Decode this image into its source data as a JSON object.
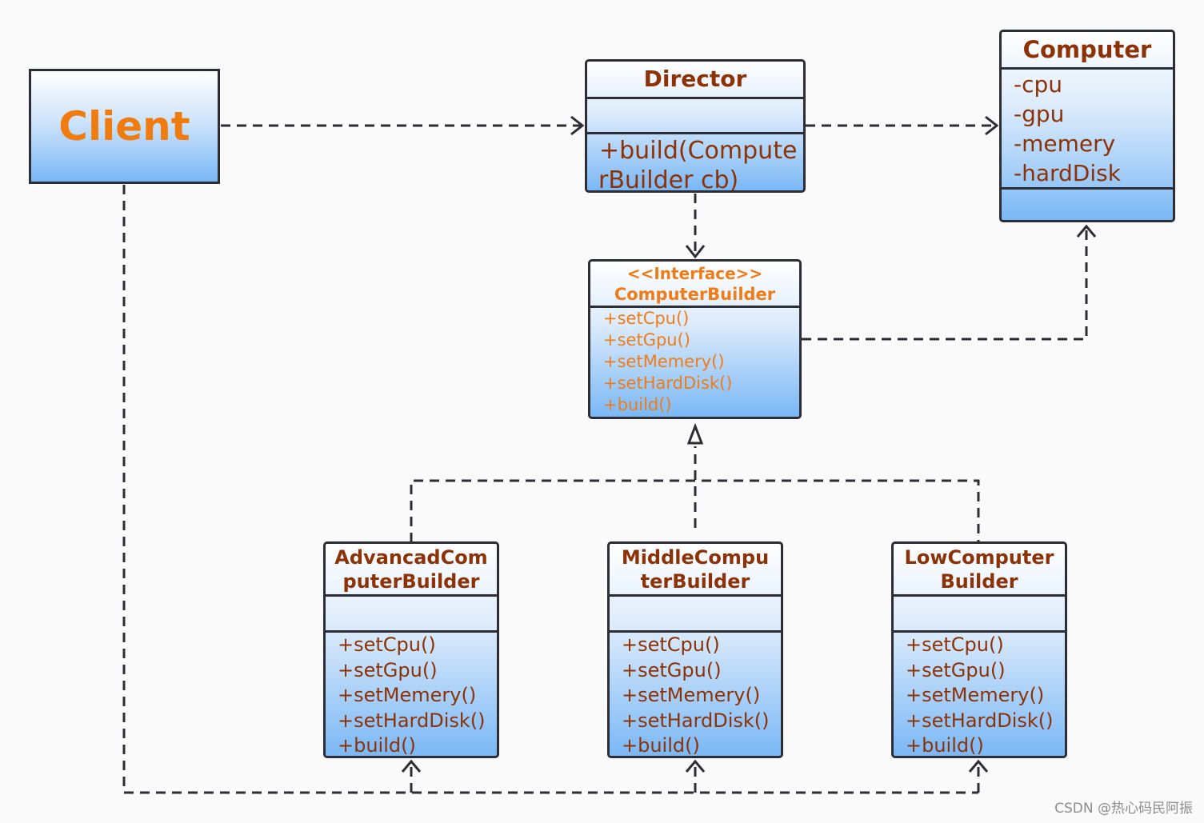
{
  "client": {
    "label": "Client"
  },
  "director": {
    "name": "Director",
    "operations": [
      "+build(Compute",
      "rBuilder cb)"
    ]
  },
  "computer": {
    "name": "Computer",
    "attributes": [
      "-cpu",
      "-gpu",
      "-memery",
      "-hardDisk"
    ]
  },
  "computer_builder": {
    "stereotype": "<<Interface>>",
    "name": "ComputerBuilder",
    "operations": [
      "+setCpu()",
      "+setGpu()",
      "+setMemery()",
      "+setHardDisk()",
      "+build()"
    ]
  },
  "advanced_builder": {
    "name": [
      "AdvancadCom",
      "puterBuilder"
    ],
    "operations": [
      "+setCpu()",
      "+setGpu()",
      "+setMemery()",
      "+setHardDisk()",
      "+build()"
    ]
  },
  "middle_builder": {
    "name": [
      "MiddleCompu",
      "terBuilder"
    ],
    "operations": [
      "+setCpu()",
      "+setGpu()",
      "+setMemery()",
      "+setHardDisk()",
      "+build()"
    ]
  },
  "low_builder": {
    "name": [
      "LowComputer",
      "Builder"
    ],
    "operations": [
      "+setCpu()",
      "+setGpu()",
      "+setMemery()",
      "+setHardDisk()",
      "+build()"
    ]
  },
  "watermark": "CSDN @热心码民阿振",
  "colors": {
    "border": "#2d2d35",
    "class_title": "#8c3206",
    "interface_text": "#ee7c18",
    "client_text": "#f07c0f",
    "gradient_bottom": "#7ab8f6"
  }
}
